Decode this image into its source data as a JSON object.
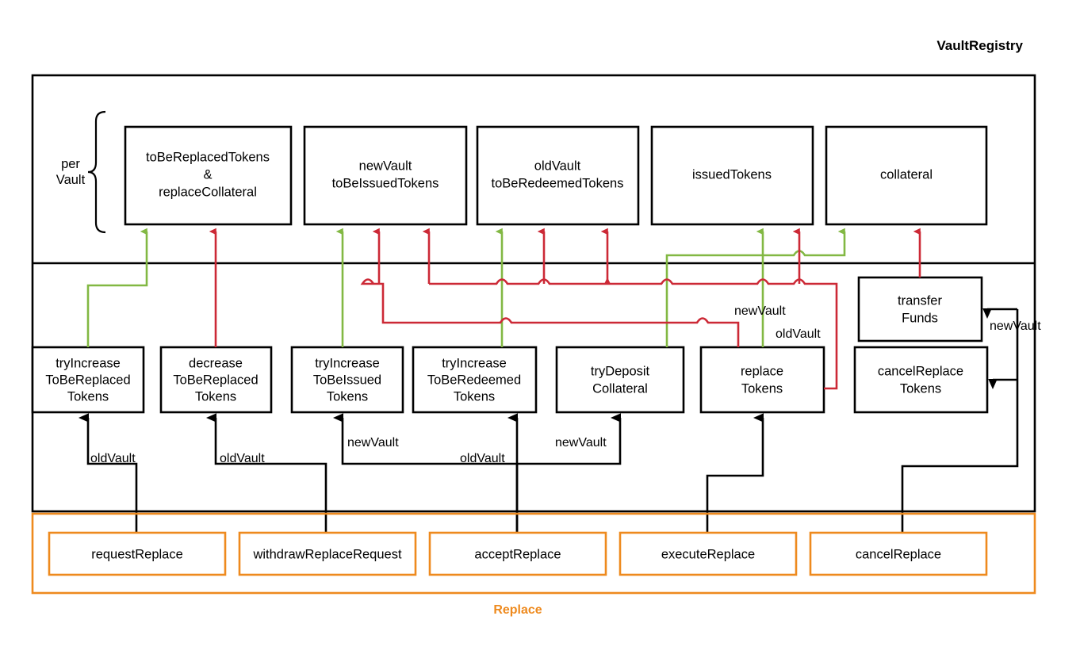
{
  "title": "VaultRegistry",
  "registry": {
    "side_label_line1": "per",
    "side_label_line2": "Vault",
    "state_boxes": [
      {
        "id": "toBeReplaced",
        "lines": [
          "toBeReplacedTokens",
          "&",
          "replaceCollateral"
        ]
      },
      {
        "id": "toBeIssued",
        "lines": [
          "newVault",
          "toBeIssuedTokens"
        ]
      },
      {
        "id": "toBeRedeemed",
        "lines": [
          "oldVault",
          "toBeRedeemedTokens"
        ]
      },
      {
        "id": "issuedTokens",
        "lines": [
          "issuedTokens"
        ]
      },
      {
        "id": "collateral",
        "lines": [
          "collateral"
        ]
      }
    ],
    "function_boxes": [
      {
        "id": "tryIncreaseToBeReplacedTokens",
        "lines": [
          "tryIncrease",
          "ToBeReplaced",
          "Tokens"
        ]
      },
      {
        "id": "decreaseToBeReplacedTokens",
        "lines": [
          "decrease",
          "ToBeReplaced",
          "Tokens"
        ]
      },
      {
        "id": "tryIncreaseToBeIssuedTokens",
        "lines": [
          "tryIncrease",
          "ToBeIssued",
          "Tokens"
        ]
      },
      {
        "id": "tryIncreaseToBeRedeemedTokens",
        "lines": [
          "tryIncrease",
          "ToBeRedeemed",
          "Tokens"
        ]
      },
      {
        "id": "tryDepositCollateral",
        "lines": [
          "tryDeposit",
          "Collateral"
        ]
      },
      {
        "id": "replaceTokens",
        "lines": [
          "replace",
          "Tokens"
        ]
      },
      {
        "id": "transferFunds",
        "lines": [
          "transfer",
          "Funds"
        ]
      },
      {
        "id": "cancelReplaceTokens",
        "lines": [
          "cancelReplace",
          "Tokens"
        ]
      }
    ],
    "wire_labels": {
      "mid_newVault": "newVault",
      "mid_oldVault": "oldVault",
      "right_newVault": "newVault",
      "call1_oldVault": "oldVault",
      "call2_oldVault": "oldVault",
      "call3_newVault": "newVault",
      "call4_oldVault": "oldVault",
      "call5_newVault": "newVault"
    }
  },
  "replace_module": {
    "caption": "Replace",
    "calls": [
      {
        "id": "requestReplace",
        "label": "requestReplace"
      },
      {
        "id": "withdrawReplaceRequest",
        "label": "withdrawReplaceRequest"
      },
      {
        "id": "acceptReplace",
        "label": "acceptReplace"
      },
      {
        "id": "executeReplace",
        "label": "executeReplace"
      },
      {
        "id": "cancelReplace",
        "label": "cancelReplace"
      }
    ]
  },
  "colors": {
    "increase": "#82b843",
    "decrease": "#cc2936",
    "module": "#ee8a1e",
    "default": "#000000"
  }
}
